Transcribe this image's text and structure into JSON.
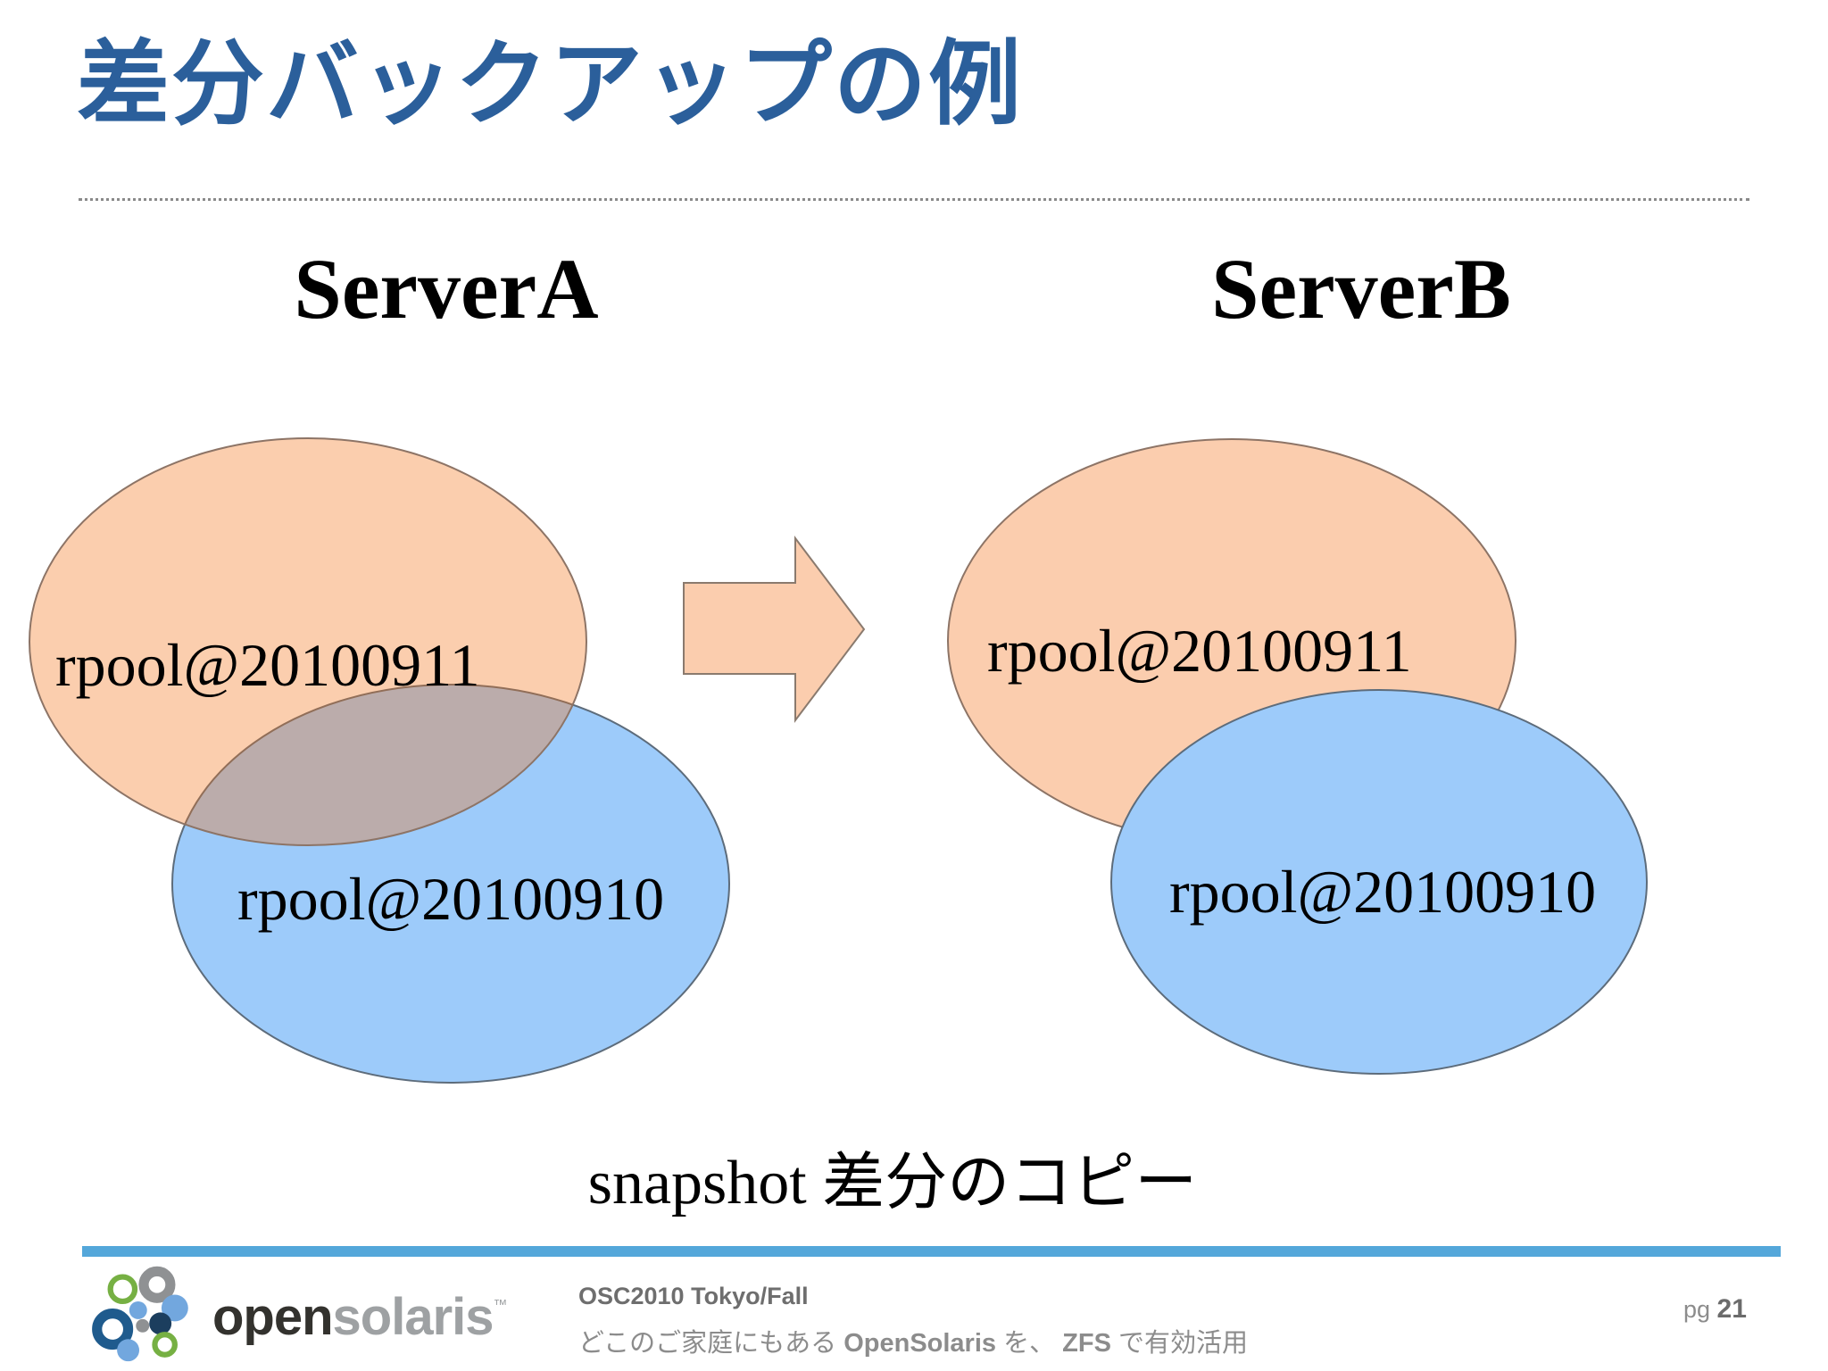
{
  "slide": {
    "title": "差分バックアップの例",
    "diagram": {
      "server_a": {
        "heading": "ServerA",
        "snapshot_new": "rpool@20100911",
        "snapshot_old": "rpool@20100910"
      },
      "server_b": {
        "heading": "ServerB",
        "snapshot_new": "rpool@20100911",
        "snapshot_old": "rpool@20100910"
      },
      "caption": "snapshot 差分のコピー"
    },
    "colors": {
      "title_blue": "#2B5F9B",
      "snapshot_new_fill": "#FBCDAE",
      "snapshot_old_fill": "#9DCBFA",
      "overlap_blend": "#BCA7A5",
      "footer_bar_blue": "#54A7DA",
      "logo_green": "#76b043",
      "logo_blue": "#72a7de",
      "logo_dark_blue": "#1f5b8d",
      "logo_navy": "#1c3e5e",
      "logo_gray": "#8f9193"
    }
  },
  "footer": {
    "logo": {
      "word_open": "open",
      "word_solaris": "solaris",
      "trademark": "™"
    },
    "event": "OSC2010 Tokyo/Fall",
    "tagline": {
      "prefix": "どこのご家庭にもある ",
      "bold1": "OpenSolaris",
      "mid": " を、 ",
      "bold2": "ZFS",
      "suffix": " で有効活用"
    },
    "page_label": "pg ",
    "page_number": "21"
  }
}
